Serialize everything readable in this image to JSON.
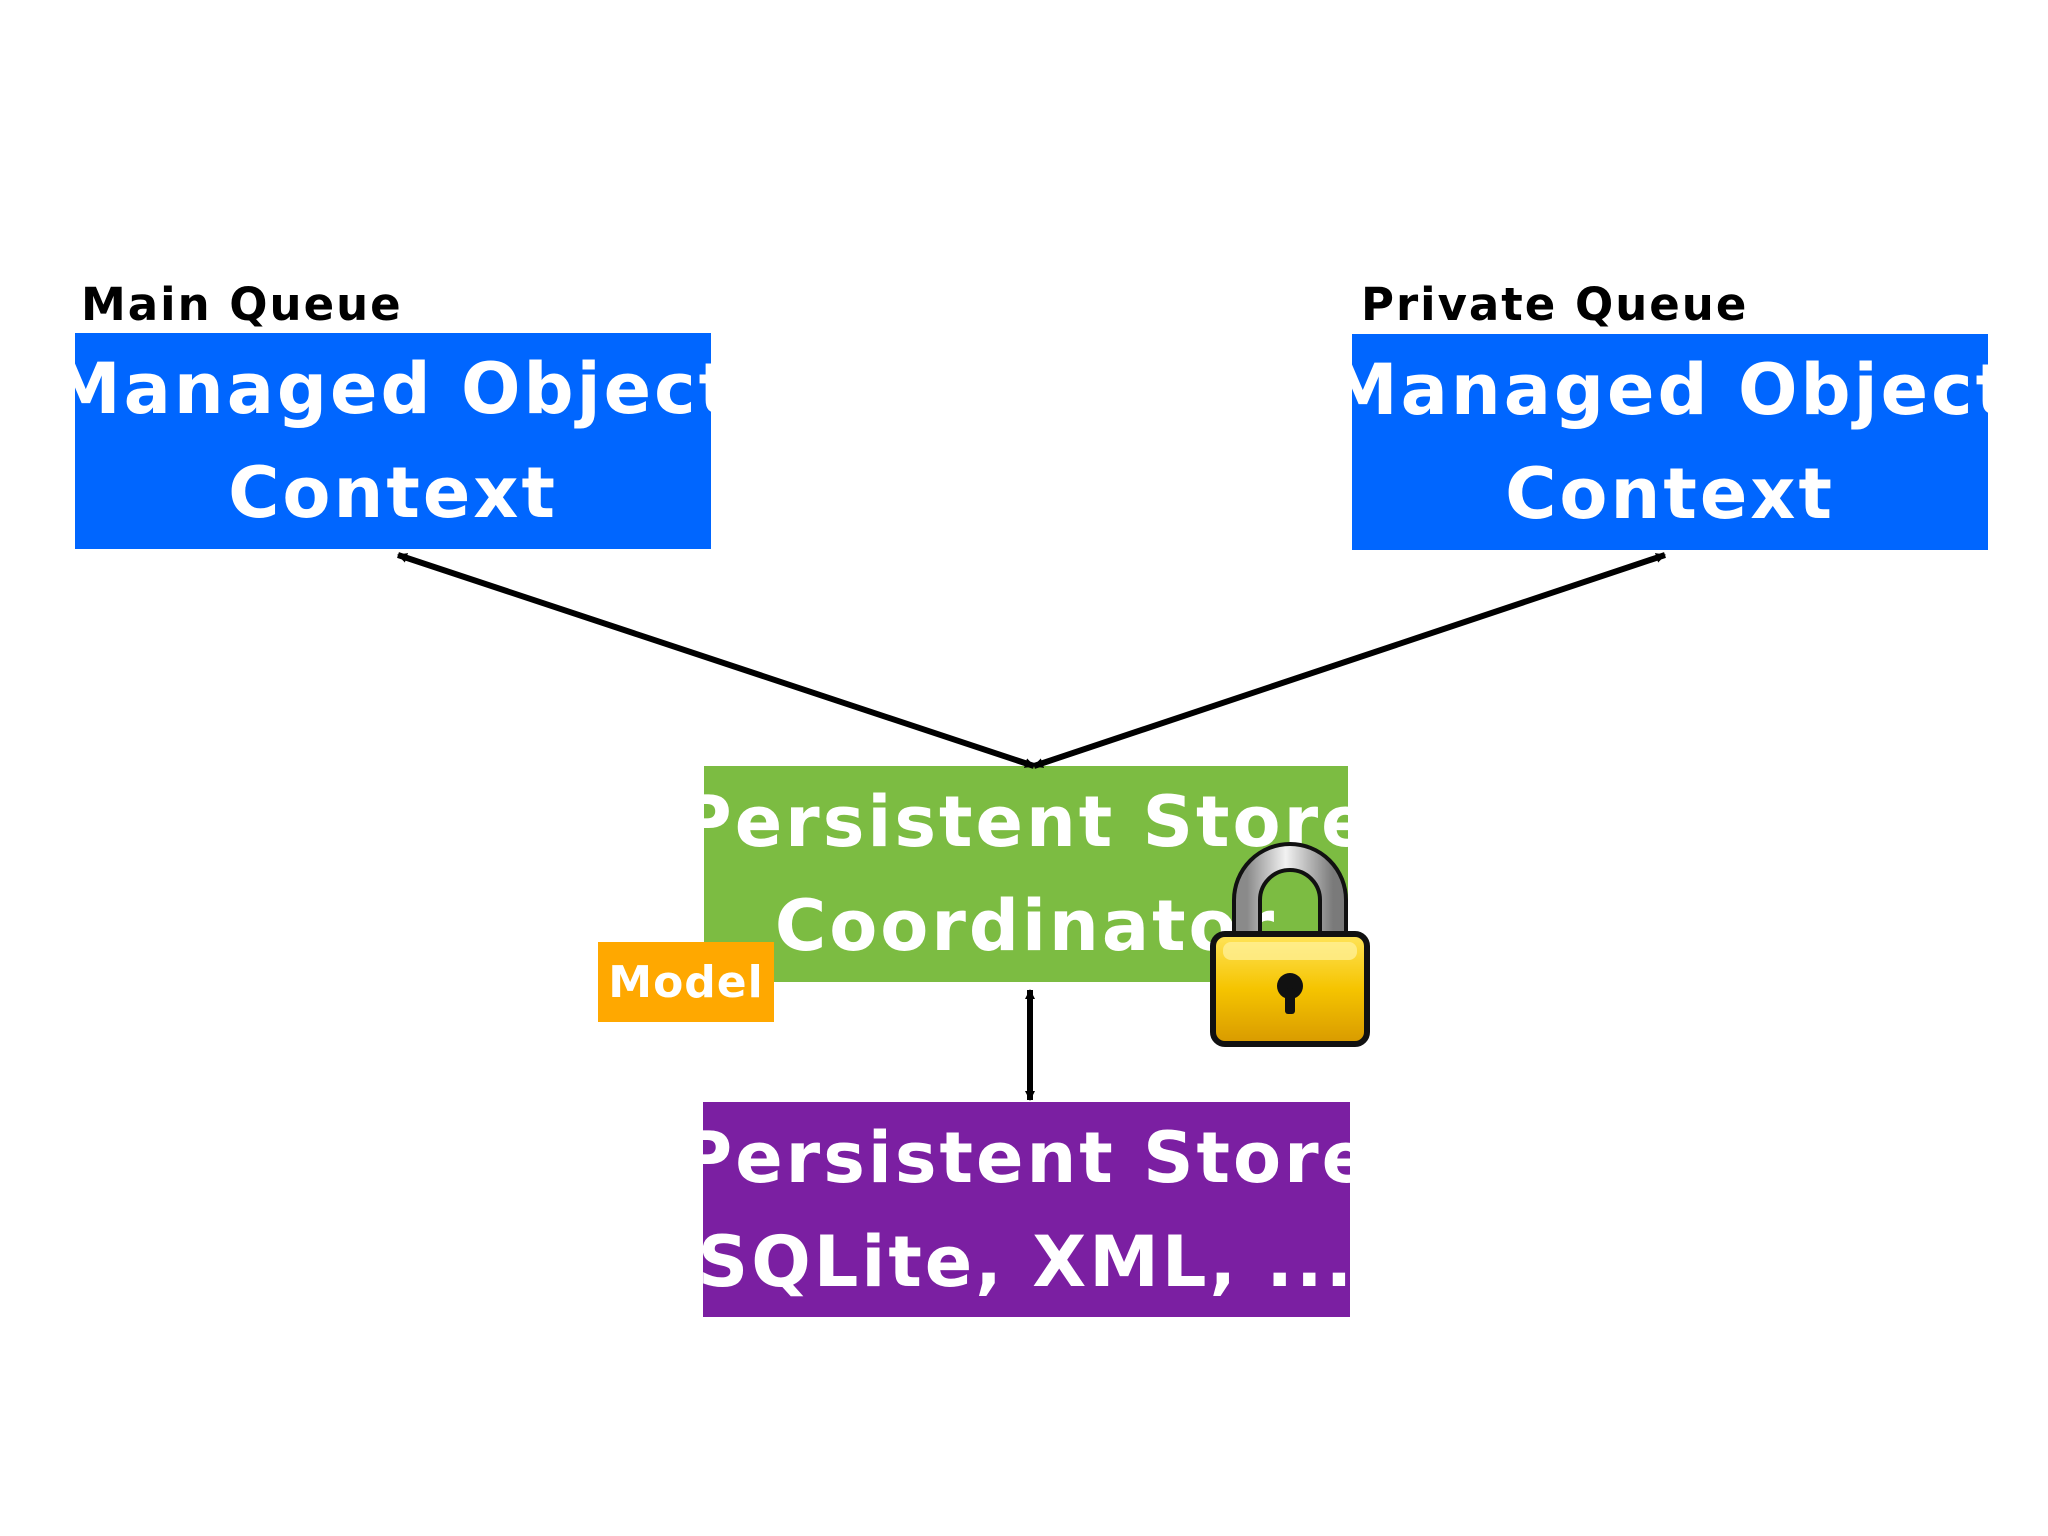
{
  "labels": {
    "main_queue": "Main Queue",
    "private_queue": "Private Queue"
  },
  "boxes": {
    "moc_main": {
      "line1": "Managed Object",
      "line2": "Context"
    },
    "moc_private": {
      "line1": "Managed Object",
      "line2": "Context"
    },
    "coordinator": {
      "line1": "Persistent Store",
      "line2": "Coordinator"
    },
    "store": {
      "line1": "Persistent Store",
      "line2": "(SQLite, XML, ...)"
    }
  },
  "model_badge": "Model",
  "icons": {
    "lock": "lock-icon"
  },
  "colors": {
    "context_blue": "#0066FF",
    "coordinator_green": "#7CBC42",
    "store_purple": "#7B1FA2",
    "model_orange": "#FFA800",
    "lock_gold": "#F5C400",
    "arrow": "#000000"
  }
}
